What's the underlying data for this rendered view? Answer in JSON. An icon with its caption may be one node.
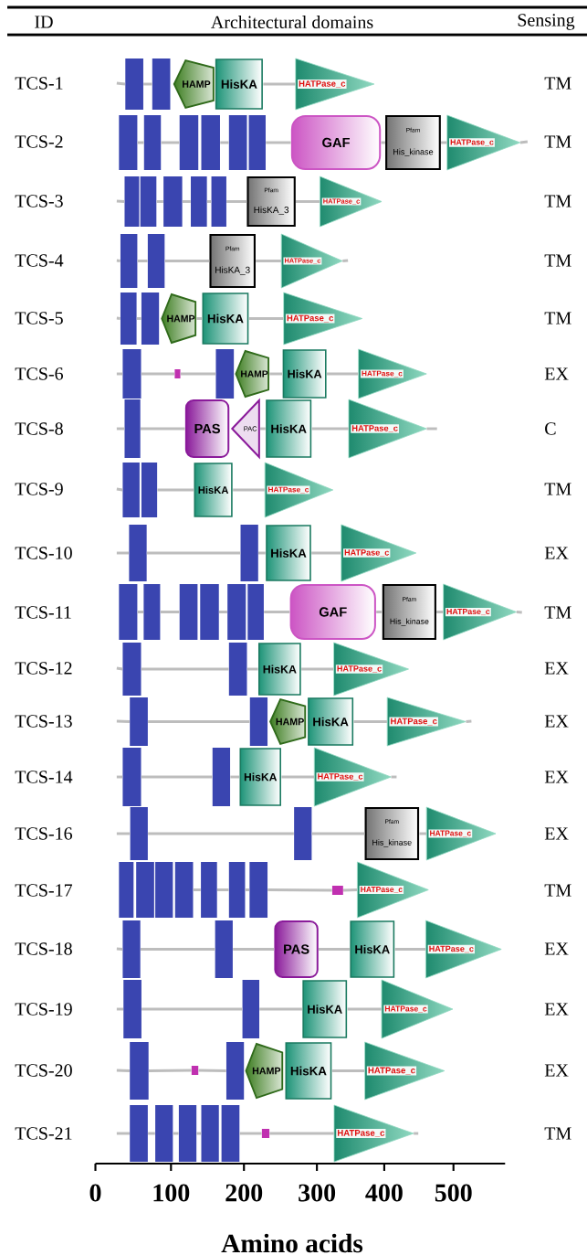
{
  "diagram": {
    "nodes": [
      {
        "text": [],
        "shape": "box"
      },
      {
        "text": [],
        "shape": "box"
      },
      {
        "text": [
          "HAMP"
        ]
      },
      {
        "text": [
          "HisKA"
        ]
      },
      {
        "text": [
          "HATPase_c"
        ]
      },
      {
        "text": [],
        "shape": "box"
      },
      {
        "text": [],
        "shape": "box"
      },
      {
        "text": [],
        "shape": "box"
      },
      {
        "text": [],
        "shape": "box"
      },
      {
        "text": [],
        "shape": "box"
      },
      {
        "text": [],
        "shape": "box"
      },
      {
        "text": [
          "GAF"
        ]
      },
      {
        "text": [
          "Pfam",
          "His_kinase"
        ]
      },
      {
        "text": [
          "HATPase_c"
        ]
      },
      {
        "text": [],
        "shape": "box"
      },
      {
        "text": [],
        "shape": "box"
      },
      {
        "text": [],
        "shape": "box"
      },
      {
        "text": [],
        "shape": "box"
      },
      {
        "text": [],
        "shape": "box"
      },
      {
        "text": [
          "Pfam",
          "HisKA_3"
        ]
      },
      {
        "text": [
          "HATPase_c"
        ]
      },
      {
        "text": [],
        "shape": "box"
      },
      {
        "text": [],
        "shape": "box"
      },
      {
        "text": [
          "Pfam",
          "HisKA_3"
        ]
      },
      {
        "text": [
          "HATPase_c"
        ]
      },
      {
        "text": [],
        "shape": "box"
      },
      {
        "text": [],
        "shape": "box"
      },
      {
        "text": [
          "HAMP"
        ]
      },
      {
        "text": [
          "HisKA"
        ]
      },
      {
        "text": [
          "HATPase_c"
        ]
      },
      {
        "text": [],
        "shape": "box"
      },
      {
        "text": [],
        "shape": "box"
      },
      {
        "text": [],
        "shape": "box"
      },
      {
        "text": [
          "HAMP"
        ]
      },
      {
        "text": [
          "HisKA"
        ]
      },
      {
        "text": [
          "HATPase_c"
        ]
      },
      {
        "text": [],
        "shape": "box"
      },
      {
        "text": [
          "PAS"
        ]
      },
      {
        "text": [
          "PAC"
        ]
      },
      {
        "text": [
          "HisKA"
        ]
      },
      {
        "text": [
          "HATPase_c"
        ]
      },
      {
        "text": [],
        "shape": "box"
      },
      {
        "text": [],
        "shape": "box"
      },
      {
        "text": [
          "HisKA"
        ]
      },
      {
        "text": [
          "HATPase_c"
        ]
      },
      {
        "text": [],
        "shape": "box"
      },
      {
        "text": [],
        "shape": "box"
      },
      {
        "text": [
          "HisKA"
        ]
      },
      {
        "text": [
          "HATPase_c"
        ]
      },
      {
        "text": [],
        "shape": "box"
      },
      {
        "text": [],
        "shape": "box"
      },
      {
        "text": [],
        "shape": "box"
      },
      {
        "text": [],
        "shape": "box"
      },
      {
        "text": [],
        "shape": "box"
      },
      {
        "text": [],
        "shape": "box"
      },
      {
        "text": [
          "GAF"
        ]
      },
      {
        "text": [
          "Pfam",
          "His_kinase"
        ]
      },
      {
        "text": [
          "HATPase_c"
        ]
      },
      {
        "text": [],
        "shape": "box"
      },
      {
        "text": [],
        "shape": "box"
      },
      {
        "text": [
          "HisKA"
        ]
      },
      {
        "text": [
          "HATPase_c"
        ]
      },
      {
        "text": [],
        "shape": "box"
      },
      {
        "text": [],
        "shape": "box"
      },
      {
        "text": [
          "HAMP"
        ]
      },
      {
        "text": [
          "HisKA"
        ]
      },
      {
        "text": [
          "HATPase_c"
        ]
      },
      {
        "text": [],
        "shape": "box"
      },
      {
        "text": [],
        "shape": "box"
      },
      {
        "text": [
          "HisKA"
        ]
      },
      {
        "text": [
          "HATPase_c"
        ]
      },
      {
        "text": [],
        "shape": "box"
      },
      {
        "text": [],
        "shape": "box"
      },
      {
        "text": [
          "Pfam",
          "His_kinase"
        ]
      },
      {
        "text": [
          "HATPase_c"
        ]
      },
      {
        "text": [],
        "shape": "box"
      },
      {
        "text": [],
        "shape": "box"
      },
      {
        "text": [],
        "shape": "box"
      },
      {
        "text": [],
        "shape": "box"
      },
      {
        "text": [],
        "shape": "box"
      },
      {
        "text": [],
        "shape": "box"
      },
      {
        "text": [],
        "shape": "box"
      },
      {
        "text": [],
        "shape": "box"
      },
      {
        "text": [
          "HATPase_c"
        ]
      },
      {
        "text": [],
        "shape": "box"
      },
      {
        "text": [],
        "shape": "box"
      },
      {
        "text": [
          "PAS"
        ]
      },
      {
        "text": [
          "HisKA"
        ]
      },
      {
        "text": [
          "HATPase_c"
        ]
      },
      {
        "text": [],
        "shape": "box"
      },
      {
        "text": [],
        "shape": "box"
      },
      {
        "text": [
          "HisKA"
        ]
      },
      {
        "text": [
          "HATPase_c"
        ]
      },
      {
        "text": [],
        "shape": "box"
      },
      {
        "text": [],
        "shape": "box"
      },
      {
        "text": [],
        "shape": "box"
      },
      {
        "text": [
          "HAMP"
        ]
      },
      {
        "text": [
          "HisKA"
        ]
      },
      {
        "text": [
          "HATPase_c"
        ]
      },
      {
        "text": [],
        "shape": "box"
      },
      {
        "text": [],
        "shape": "box"
      },
      {
        "text": [],
        "shape": "box"
      },
      {
        "text": [],
        "shape": "box"
      },
      {
        "text": [],
        "shape": "box"
      },
      {
        "text": [],
        "shape": "box"
      },
      {
        "text": [
          "HATPase_c"
        ]
      }
    ],
    "edges": [
      {
        "from": null,
        "to": 0,
        "arrow": "none"
      },
      {
        "from": 0,
        "to": 1,
        "arrow": "none"
      },
      {
        "from": 3,
        "to": 4,
        "arrow": "none"
      },
      {
        "from": 5,
        "to": 6,
        "arrow": "none"
      },
      {
        "from": 6,
        "to": 7,
        "arrow": "none"
      },
      {
        "from": 8,
        "to": 9,
        "arrow": "none"
      },
      {
        "from": 10,
        "to": 11,
        "arrow": "none"
      },
      {
        "from": 11,
        "to": 12,
        "arrow": "none"
      },
      {
        "from": 12,
        "to": 13,
        "arrow": "none"
      },
      {
        "from": 13,
        "to": null,
        "arrow": "none"
      },
      {
        "from": null,
        "to": 14,
        "arrow": "none"
      },
      {
        "from": 15,
        "to": 16,
        "arrow": "none"
      },
      {
        "from": 16,
        "to": 17,
        "arrow": "none"
      },
      {
        "from": 17,
        "to": 18,
        "arrow": "none"
      },
      {
        "from": 18,
        "to": 19,
        "arrow": "none"
      },
      {
        "from": 19,
        "to": 20,
        "arrow": "none"
      },
      {
        "from": null,
        "to": 21,
        "arrow": "none"
      },
      {
        "from": 21,
        "to": 22,
        "arrow": "none"
      },
      {
        "from": 22,
        "to": 23,
        "arrow": "none"
      },
      {
        "from": 23,
        "to": 24,
        "arrow": "none"
      },
      {
        "from": 24,
        "to": null,
        "arrow": "none"
      },
      {
        "from": null,
        "to": 25,
        "arrow": "none"
      },
      {
        "from": 25,
        "to": 26,
        "arrow": "none"
      },
      {
        "from": 27,
        "to": 28,
        "arrow": "none"
      },
      {
        "from": 28,
        "to": 29,
        "arrow": "none"
      },
      {
        "from": null,
        "to": 30,
        "arrow": "none"
      },
      {
        "from": 30,
        "to": 31,
        "arrow": "none"
      },
      {
        "from": 31,
        "to": 32,
        "arrow": "none"
      },
      {
        "from": 33,
        "to": 34,
        "arrow": "none"
      },
      {
        "from": 34,
        "to": 35,
        "arrow": "none"
      },
      {
        "from": null,
        "to": 36,
        "arrow": "none"
      },
      {
        "from": 36,
        "to": 37,
        "arrow": "none"
      },
      {
        "from": 38,
        "to": 39,
        "arrow": "none"
      },
      {
        "from": 39,
        "to": 40,
        "arrow": "none"
      },
      {
        "from": 40,
        "to": null,
        "arrow": "none"
      },
      {
        "from": null,
        "to": 41,
        "arrow": "none"
      },
      {
        "from": 42,
        "to": 43,
        "arrow": "none"
      },
      {
        "from": 43,
        "to": 44,
        "arrow": "none"
      },
      {
        "from": null,
        "to": 45,
        "arrow": "none"
      },
      {
        "from": 45,
        "to": 46,
        "arrow": "none"
      },
      {
        "from": 46,
        "to": 47,
        "arrow": "none"
      },
      {
        "from": 47,
        "to": 48,
        "arrow": "none"
      },
      {
        "from": 49,
        "to": 50,
        "arrow": "none"
      },
      {
        "from": 50,
        "to": 51,
        "arrow": "none"
      },
      {
        "from": 52,
        "to": 53,
        "arrow": "none"
      },
      {
        "from": 54,
        "to": 55,
        "arrow": "none"
      },
      {
        "from": 55,
        "to": 56,
        "arrow": "none"
      },
      {
        "from": 56,
        "to": 57,
        "arrow": "none"
      },
      {
        "from": 57,
        "to": null,
        "arrow": "none"
      },
      {
        "from": null,
        "to": 58,
        "arrow": "none"
      },
      {
        "from": 58,
        "to": 59,
        "arrow": "none"
      },
      {
        "from": 59,
        "to": 60,
        "arrow": "none"
      },
      {
        "from": 60,
        "to": 61,
        "arrow": "none"
      },
      {
        "from": null,
        "to": 62,
        "arrow": "none"
      },
      {
        "from": 62,
        "to": 63,
        "arrow": "none"
      },
      {
        "from": 65,
        "to": 66,
        "arrow": "none"
      },
      {
        "from": 66,
        "to": null,
        "arrow": "none"
      },
      {
        "from": null,
        "to": 67,
        "arrow": "none"
      },
      {
        "from": 67,
        "to": 68,
        "arrow": "none"
      },
      {
        "from": 68,
        "to": 69,
        "arrow": "none"
      },
      {
        "from": 69,
        "to": 70,
        "arrow": "none"
      },
      {
        "from": 70,
        "to": null,
        "arrow": "none"
      },
      {
        "from": null,
        "to": 71,
        "arrow": "none"
      },
      {
        "from": 71,
        "to": 72,
        "arrow": "none"
      },
      {
        "from": 72,
        "to": 73,
        "arrow": "none"
      },
      {
        "from": 73,
        "to": 74,
        "arrow": "none"
      },
      {
        "from": 78,
        "to": 79,
        "arrow": "none"
      },
      {
        "from": 79,
        "to": 80,
        "arrow": "none"
      },
      {
        "from": 80,
        "to": 81,
        "arrow": "none"
      },
      {
        "from": 81,
        "to": 82,
        "arrow": "none"
      },
      {
        "from": 82,
        "to": 83,
        "arrow": "none"
      },
      {
        "from": null,
        "to": 84,
        "arrow": "none"
      },
      {
        "from": 84,
        "to": 85,
        "arrow": "none"
      },
      {
        "from": 85,
        "to": 86,
        "arrow": "none"
      },
      {
        "from": 86,
        "to": 87,
        "arrow": "none"
      },
      {
        "from": 87,
        "to": 88,
        "arrow": "none"
      },
      {
        "from": null,
        "to": 89,
        "arrow": "none"
      },
      {
        "from": 89,
        "to": 90,
        "arrow": "none"
      },
      {
        "from": 90,
        "to": 91,
        "arrow": "none"
      },
      {
        "from": 91,
        "to": 92,
        "arrow": "none"
      },
      {
        "from": null,
        "to": 93,
        "arrow": "none"
      },
      {
        "from": 93,
        "to": 94,
        "arrow": "none"
      },
      {
        "from": 94,
        "to": 95,
        "arrow": "none"
      },
      {
        "from": 97,
        "to": 98,
        "arrow": "none"
      },
      {
        "from": null,
        "to": 99,
        "arrow": "none"
      },
      {
        "from": 99,
        "to": 100,
        "arrow": "none"
      },
      {
        "from": 100,
        "to": 101,
        "arrow": "none"
      },
      {
        "from": 101,
        "to": 102,
        "arrow": "none"
      },
      {
        "from": 103,
        "to": 104,
        "arrow": "none"
      },
      {
        "from": 104,
        "to": 105,
        "arrow": "none"
      },
      {
        "from": 105,
        "to": null,
        "arrow": "none"
      }
    ],
    "labels": [
      "ID",
      "Architectural domains",
      "Sensing",
      "TCS-1",
      "TM",
      "TCS-2",
      "TM",
      "TCS-3",
      "TM",
      "TCS-4",
      "TM",
      "TCS-5",
      "TM",
      "TCS-6",
      "EX",
      "TCS-8",
      "C",
      "TCS-9",
      "TM",
      "TCS-10",
      "EX",
      "TCS-11",
      "TM",
      "TCS-12",
      "EX",
      "TCS-13",
      "EX",
      "TCS-14",
      "EX",
      "TCS-16",
      "EX",
      "TCS-17",
      "TM",
      "TCS-18",
      "EX",
      "TCS-19",
      "EX",
      "TCS-20",
      "EX",
      "TCS-21",
      "TM",
      "0",
      "100",
      "200",
      "300",
      "400",
      "500",
      "Amino acids"
    ]
  }
}
